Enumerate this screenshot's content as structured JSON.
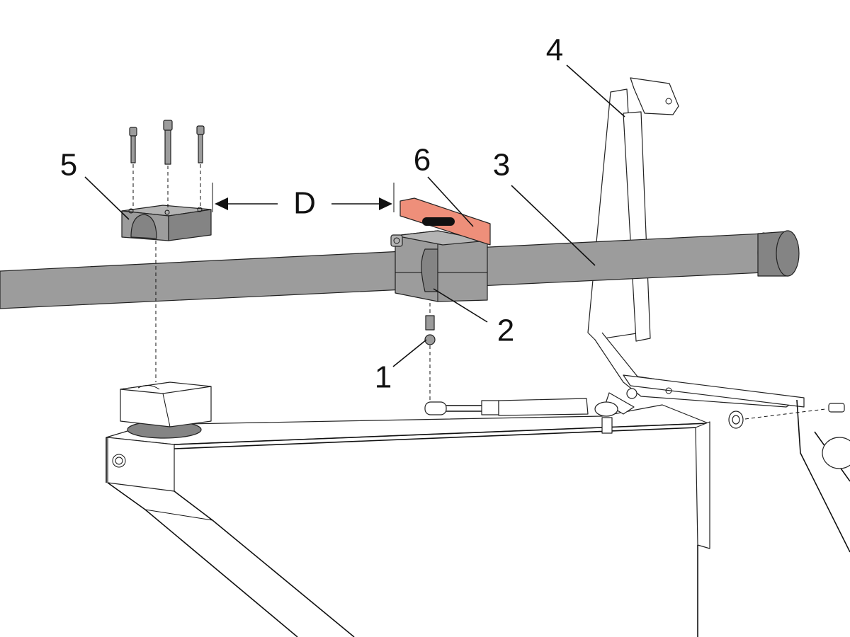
{
  "callouts": {
    "c1": "1",
    "c2": "2",
    "c3": "3",
    "c4": "4",
    "c5": "5",
    "c6": "6",
    "dimension": "D"
  },
  "colors": {
    "part_grey": "#9c9c9c",
    "wedge_salmon": "#ee8f7a",
    "line": "#111111"
  }
}
